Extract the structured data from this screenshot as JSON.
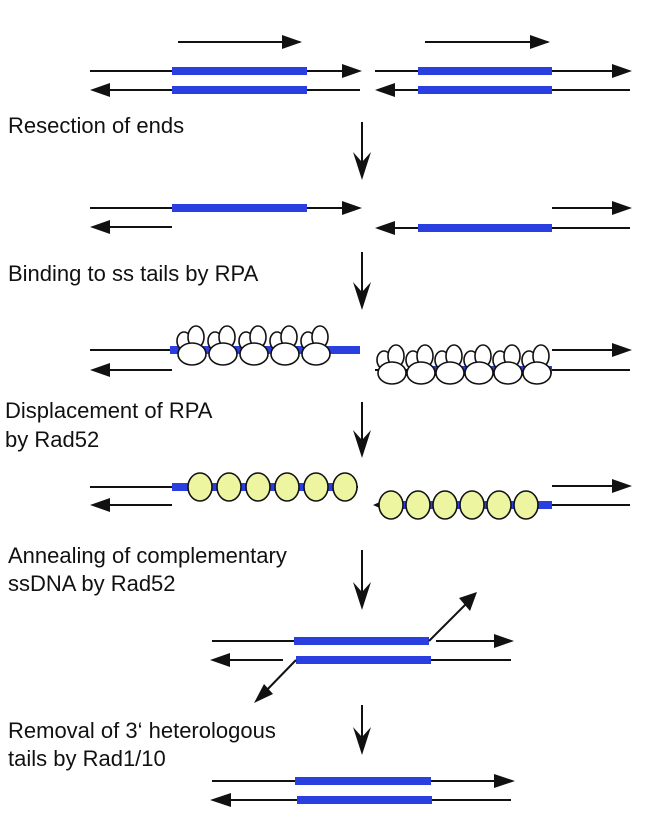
{
  "diagram": {
    "title": "Single-strand annealing pathway",
    "colors": {
      "strand": "#111111",
      "homology": "#2a3fe0",
      "rpa_fill": "#ffffff",
      "rad52_fill": "#eef5a0"
    },
    "steps": [
      {
        "id": "resection",
        "lines": [
          "Resection of ends"
        ]
      },
      {
        "id": "rpa-binding",
        "lines": [
          "Binding to ss tails by RPA"
        ]
      },
      {
        "id": "rad52-displacement",
        "lines": [
          "Displacement of RPA",
          "by Rad52"
        ]
      },
      {
        "id": "annealing",
        "lines": [
          "Annealing of complementary",
          "ssDNA by Rad52"
        ]
      },
      {
        "id": "tail-removal",
        "lines": [
          "Removal of 3‘ heterologous",
          "tails by Rad1/10"
        ]
      }
    ],
    "stages": [
      {
        "id": "dsb-ends",
        "description": "Double-strand break with two ends containing homologous repeats"
      },
      {
        "id": "resected-ends",
        "description": "5' to 3' resection exposes 3' single-stranded tails"
      },
      {
        "id": "rpa-coated",
        "description": "RPA bound to single-stranded tails"
      },
      {
        "id": "rad52-coated",
        "description": "Rad52 rings on single-stranded tails"
      },
      {
        "id": "annealed",
        "description": "Complementary repeats annealed with 3' flaps"
      },
      {
        "id": "repaired",
        "description": "Flaps removed, repaired duplex"
      }
    ],
    "rad52_count_per_side": 6
  }
}
